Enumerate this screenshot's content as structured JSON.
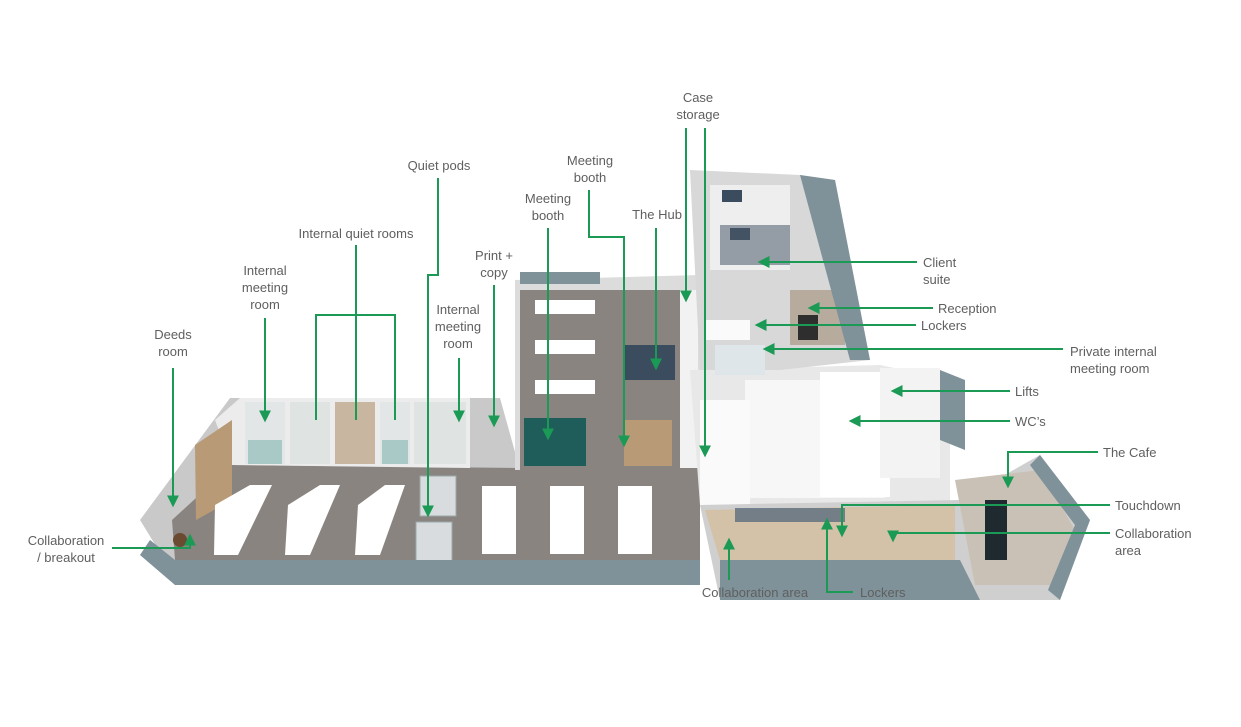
{
  "colors": {
    "leader": "#1a9a55",
    "label_text": "#5f5f5f",
    "floor": "#8a8480",
    "glass": "#7f9199",
    "wall": "#f4f4f4",
    "booth_teal": "#1f5d5a",
    "timber": "#b99a76",
    "navy": "#3a4c5e"
  },
  "labels": {
    "deeds_room": "Deeds\nroom",
    "internal_meeting_room_left": "Internal\nmeeting\nroom",
    "internal_quiet_rooms": "Internal quiet rooms",
    "quiet_pods": "Quiet pods",
    "internal_meeting_room_mid": "Internal\nmeeting\nroom",
    "print_copy": "Print +\ncopy",
    "meeting_booth_1": "Meeting\nbooth",
    "meeting_booth_2": "Meeting\nbooth",
    "the_hub": "The Hub",
    "case_storage": "Case\nstorage",
    "client_suite": "Client\nsuite",
    "reception": "Reception",
    "lockers_top": "Lockers",
    "private_internal_meeting_room": "Private internal\nmeeting room",
    "lifts": "Lifts",
    "wcs": "WC’s",
    "the_cafe": "The Cafe",
    "touchdown": "Touchdown",
    "collaboration_area_right": "Collaboration\narea",
    "lockers_bottom": "Lockers",
    "collaboration_area_bottom": "Collaboration area",
    "collaboration_breakout": "Collaboration\n/ breakout"
  }
}
